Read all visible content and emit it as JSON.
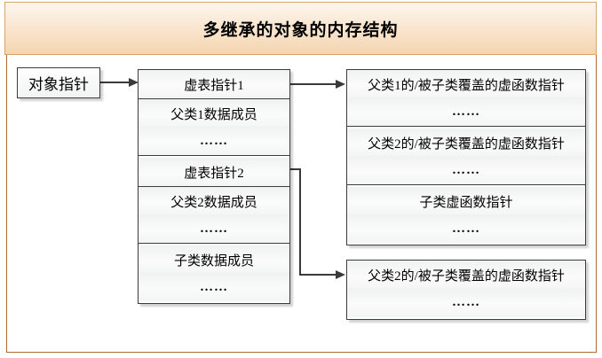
{
  "title": "多继承的对象的内存结构",
  "pointer_box": {
    "label": "对象指针"
  },
  "object_layout_table": {
    "rows": [
      "虚表指针1",
      "父类1数据成员",
      "……",
      "虚表指针2",
      "父类2数据成员",
      "……",
      "子类数据成员",
      "……"
    ]
  },
  "vtable1_table": {
    "rows": [
      "父类1的/被子类覆盖的虚函数指针",
      "……",
      "父类2的/被子类覆盖的虚函数指针",
      "……",
      "子类虚函数指针",
      "……"
    ]
  },
  "vtable2_table": {
    "rows": [
      "父类2的/被子类覆盖的虚函数指针",
      "……"
    ]
  },
  "colors": {
    "frame_border": "#b26a2c",
    "header_border": "#d9a66a",
    "header_gradient_top": "#fdf6ee",
    "header_gradient_bottom": "#f5d5b0",
    "cell_border": "#3c3c3c",
    "arrow": "#3a3a3a"
  }
}
